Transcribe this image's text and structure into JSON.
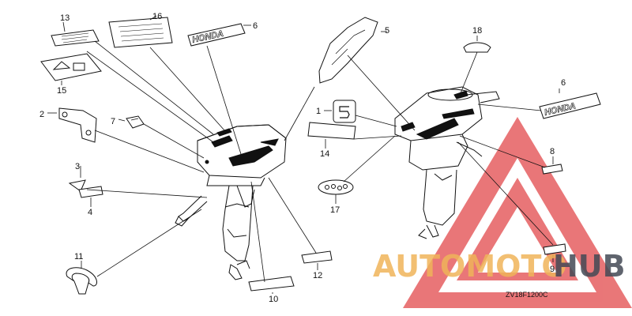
{
  "diagram": {
    "code": "ZV18F1200C",
    "brand_text": "HONDA",
    "part_labels": {
      "p1": "1",
      "p2": "2",
      "p3": "3",
      "p4": "4",
      "p5": "5",
      "p6a": "6",
      "p6b": "6",
      "p7": "7",
      "p8": "8",
      "p9": "9",
      "p10": "10",
      "p11": "11",
      "p12": "12",
      "p13": "13",
      "p14": "14",
      "p15": "15",
      "p16": "16",
      "p17": "17",
      "p18": "18"
    }
  },
  "watermark": {
    "text_part1": "AUTOMOTO",
    "text_part2": "HUB",
    "color_triangle": "#e2494b",
    "color_text1": "#f0b45a",
    "color_text2": "#444a55"
  },
  "colors": {
    "line": "#111111",
    "background": "#ffffff"
  }
}
